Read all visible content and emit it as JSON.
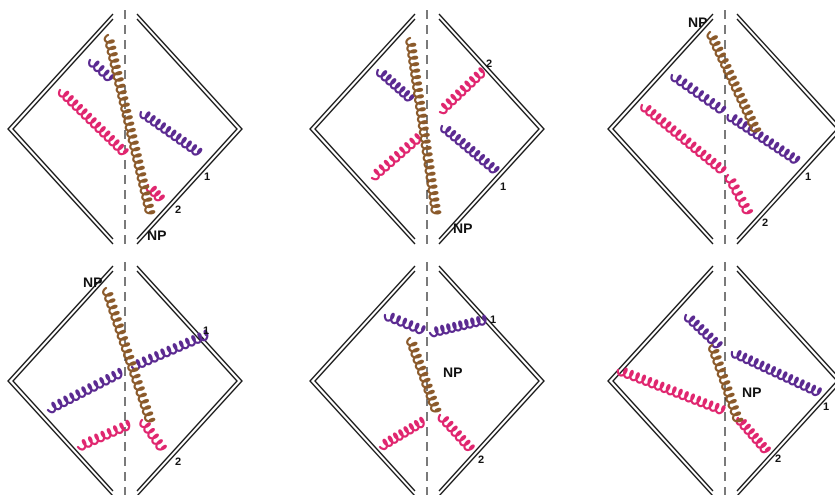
{
  "colors": {
    "gluon_1": "#5b2a91",
    "gluon_2": "#e0266f",
    "gluon_np": "#8b5a2b",
    "line": "#1a1a1a"
  },
  "panels": [
    {
      "labels": {
        "g1": "1",
        "g2": "2",
        "np": "NP"
      }
    },
    {
      "labels": {
        "g1": "1",
        "g2": "2",
        "np": "NP"
      }
    },
    {
      "labels": {
        "g1": "1",
        "g2": "2",
        "np": "NP"
      }
    },
    {
      "labels": {
        "g1": "1",
        "g2": "2",
        "np": "NP"
      }
    },
    {
      "labels": {
        "g1": "1",
        "g2": "2",
        "np": "NP"
      }
    },
    {
      "labels": {
        "g1": "1",
        "g2": "2",
        "np": "NP"
      }
    }
  ]
}
